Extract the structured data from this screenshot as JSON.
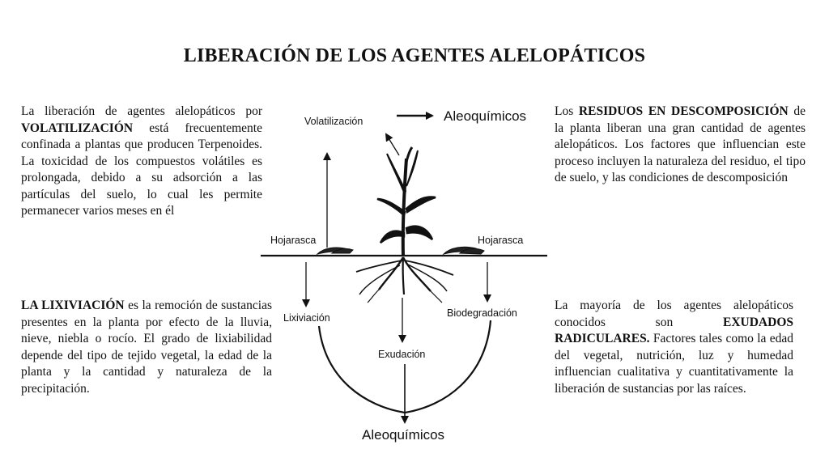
{
  "title": "LIBERACIÓN DE LOS AGENTES ALELOPÁTICOS",
  "paragraphs": {
    "volatilizacion": {
      "pre": "La liberación de agentes alelopáticos por ",
      "bold": "VOLATILIZACIÓN",
      "post": " está frecuentemente confinada a plantas que producen Terpenoides. La toxicidad de los compuestos volátiles es prolongada, debido a su adsorción a las partículas del suelo, lo cual les permite permanecer varios meses en él"
    },
    "lixiviacion": {
      "pre": "",
      "bold": "LA LIXIVIACIÓN",
      "post": " es la remoción de sustancias presentes en la planta por efecto de la lluvia, nieve, niebla o rocío. El grado de lixiabilidad depende del tipo de tejido vegetal, la edad de la planta y la cantidad y naturaleza de la precipitación."
    },
    "residuos": {
      "pre": "Los ",
      "bold": "RESIDUOS EN DESCOMPOSICIÓN",
      "post": " de la planta liberan una gran cantidad de agentes alelopáticos. Los factores que influencian este proceso incluyen la naturaleza del residuo, el tipo de suelo, y las condiciones de descomposición"
    },
    "exudados": {
      "pre": "La mayoría de los agentes alelopáticos conocidos son ",
      "bold": "EXUDADOS RADICULARES.",
      "post": " Factores tales como la edad del vegetal, nutrición, luz y humedad influencian cualitativa y cuantitativamente la liberación de sustancias por las raíces."
    }
  },
  "diagram": {
    "volatilizacion": "Volatilización",
    "aleoquimicos_top": "Aleoquímicos",
    "hojarasca_left": "Hojarasca",
    "hojarasca_right": "Hojarasca",
    "lixiviacion": "Lixiviación",
    "biodegradacion": "Biodegradación",
    "exudacion": "Exudación",
    "aleoquimicos_bottom": "Aleoquímicos"
  }
}
